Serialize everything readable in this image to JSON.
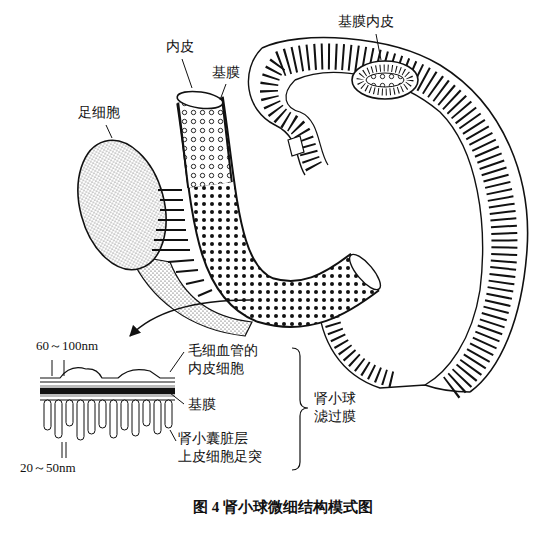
{
  "diagram": {
    "caption": "图 4 肾小球微细结构模式图",
    "labels": [
      "基膜内皮",
      "内皮",
      "基膜",
      "足细胞",
      "60～100nm",
      "毛细血管的 内皮细胞",
      "基膜",
      "肾小囊脏层 上皮细胞足突",
      "肾小球 滤过膜",
      "20～50nm"
    ]
  }
}
